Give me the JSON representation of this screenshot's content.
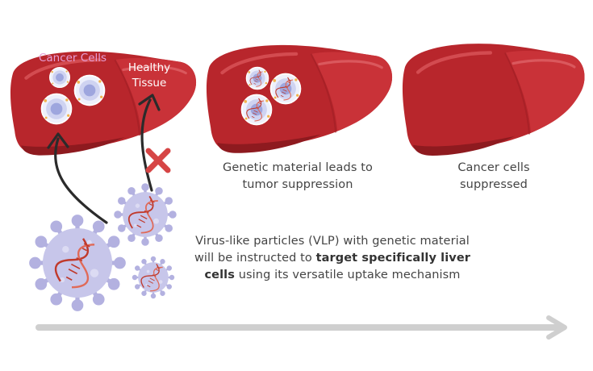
{
  "labels": {
    "cancer_cells": "Cancer Cells",
    "healthy_tissue_line1": "Healthy",
    "healthy_tissue_line2": "Tissue"
  },
  "captions": {
    "tumor_line1": "Genetic material leads to",
    "tumor_line2": "tumor suppression",
    "suppressed_line1": "Cancer cells",
    "suppressed_line2": "suppressed",
    "vlp_line1": "Virus-like particles (VLP) with genetic material",
    "vlp_line2_plain": "will be instructed to ",
    "vlp_line2_bold": "target specifically liver",
    "vlp_line3_bold": "cells",
    "vlp_line3_plain": " using its versatile uptake mechanism"
  },
  "colors": {
    "liver": "#b8262c",
    "liver_dark": "#8e1a1f",
    "liver_light": "#cf4046",
    "cancer_label": "#e7a0d8",
    "vlp_body": "#c7c6ea",
    "vlp_spike": "#b3b1e0",
    "dna": "#c0392b",
    "blocked_x": "#d64545",
    "timeline_arrow": "#cfcfcf",
    "text": "#444444"
  },
  "icons": {
    "blocked": "cross-icon",
    "timeline": "arrow-right-icon"
  }
}
